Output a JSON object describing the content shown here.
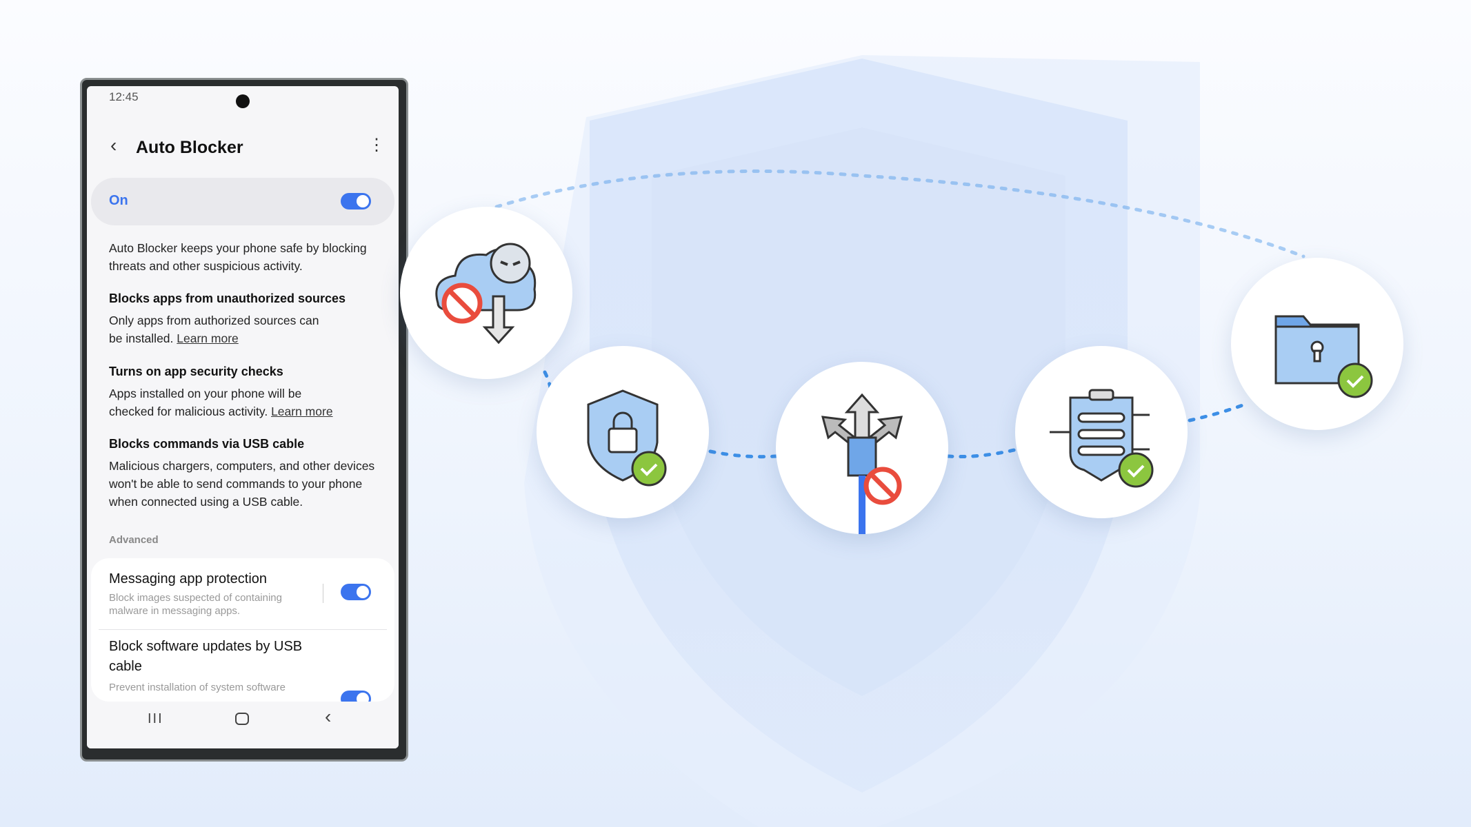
{
  "status_bar": {
    "time": "12:45"
  },
  "header": {
    "title": "Auto Blocker"
  },
  "master_toggle": {
    "label": "On",
    "checked": true
  },
  "description": "Auto Blocker keeps your phone safe by blocking threats and other suspicious activity.",
  "features": [
    {
      "title": "Blocks apps from unauthorized sources",
      "body": "Only apps from authorized sources can be installed.",
      "link": "Learn more"
    },
    {
      "title": "Turns on app security checks",
      "body": "Apps installed on your phone will be checked for malicious activity.",
      "link": "Learn more"
    },
    {
      "title": "Blocks commands via USB cable",
      "body": "Malicious chargers, computers, and other devices won't be able to send commands to your phone when connected using a USB cable."
    }
  ],
  "advanced": {
    "label": "Advanced",
    "items": [
      {
        "title": "Messaging app protection",
        "subtitle": "Block images suspected of containing malware in messaging apps.",
        "checked": true
      },
      {
        "title": "Block software updates by USB cable",
        "subtitle": "Prevent installation of system software",
        "checked": true
      }
    ]
  },
  "colors": {
    "accent": "#3b74ee",
    "check": "#8cc63f",
    "block": "#e94c3d",
    "icon_blue": "#a9cdf3"
  }
}
